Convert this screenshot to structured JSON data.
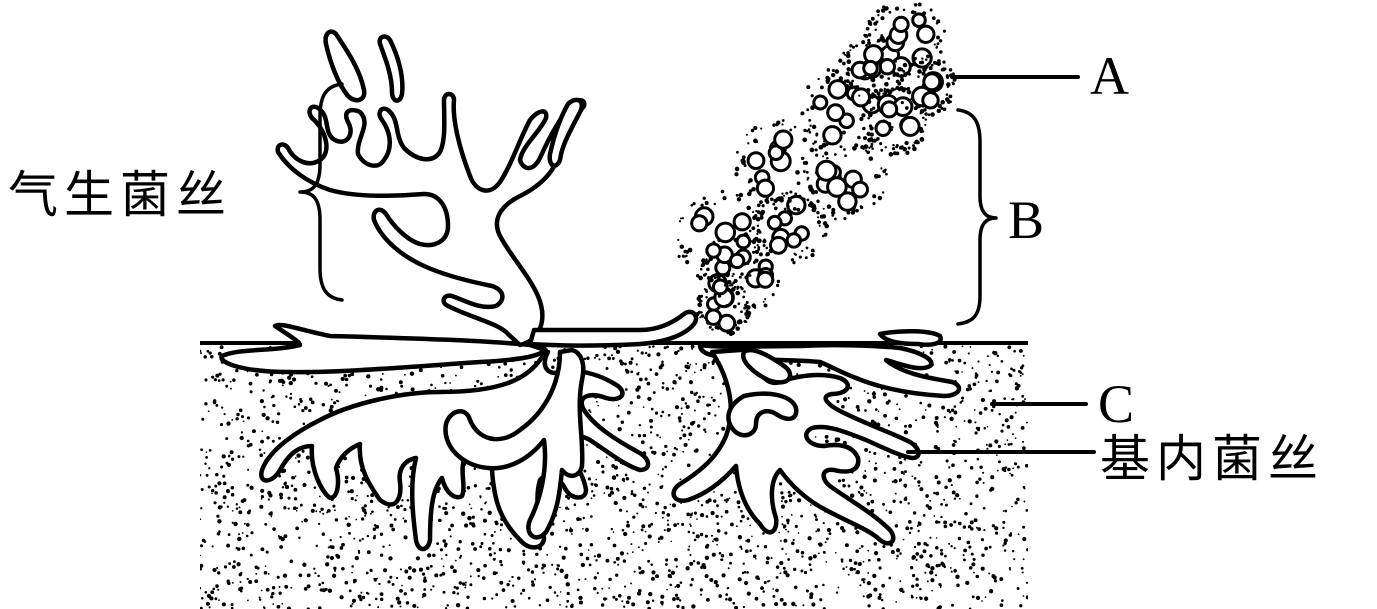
{
  "labels": {
    "aerial_mycelium": "气生菌丝",
    "a": "A",
    "b": "B",
    "c": "C",
    "substrate_mycelium": "基内菌丝"
  },
  "colors": {
    "ink": "#000000",
    "paper": "#ffffff"
  }
}
